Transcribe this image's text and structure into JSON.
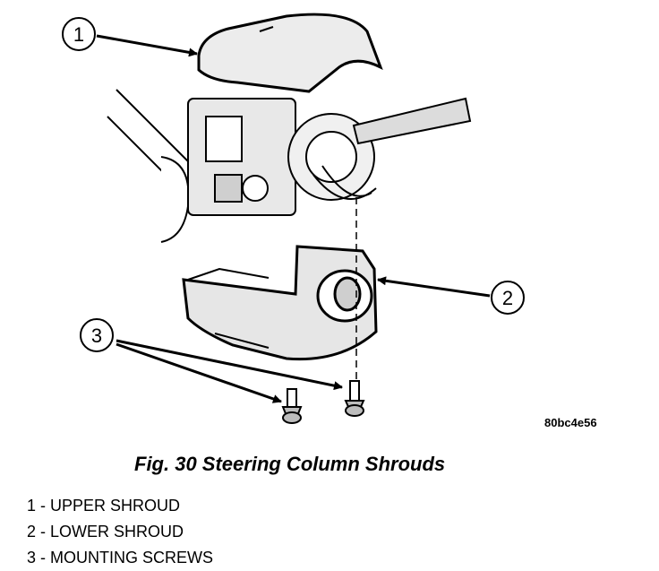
{
  "figure": {
    "image_code": "80bc4e56",
    "callouts": [
      "1",
      "2",
      "3"
    ],
    "caption": "Fig. 30 Steering Column Shrouds"
  },
  "legend": [
    "1 - UPPER SHROUD",
    "2 - LOWER SHROUD",
    "3 - MOUNTING SCREWS"
  ]
}
